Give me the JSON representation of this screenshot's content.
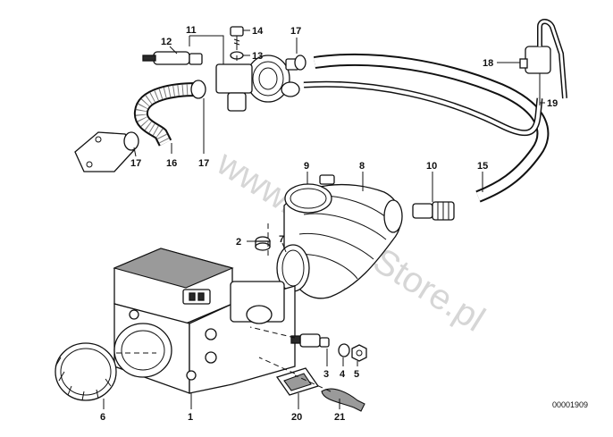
{
  "diagram": {
    "watermark": "www.BMW-Store.pl",
    "reference_number": "00001909",
    "callouts": [
      {
        "id": "c1",
        "label": "1"
      },
      {
        "id": "c2",
        "label": "2"
      },
      {
        "id": "c3",
        "label": "3"
      },
      {
        "id": "c4",
        "label": "4"
      },
      {
        "id": "c5",
        "label": "5"
      },
      {
        "id": "c6",
        "label": "6"
      },
      {
        "id": "c7",
        "label": "7"
      },
      {
        "id": "c8",
        "label": "8"
      },
      {
        "id": "c9",
        "label": "9"
      },
      {
        "id": "c10",
        "label": "10"
      },
      {
        "id": "c11",
        "label": "11"
      },
      {
        "id": "c12",
        "label": "12"
      },
      {
        "id": "c13",
        "label": "13"
      },
      {
        "id": "c14",
        "label": "14"
      },
      {
        "id": "c15",
        "label": "15"
      },
      {
        "id": "c16",
        "label": "16"
      },
      {
        "id": "c17a",
        "label": "17"
      },
      {
        "id": "c17b",
        "label": "17"
      },
      {
        "id": "c17c",
        "label": "17"
      },
      {
        "id": "c18",
        "label": "18"
      },
      {
        "id": "c19",
        "label": "19"
      },
      {
        "id": "c20",
        "label": "20"
      },
      {
        "id": "c21",
        "label": "21"
      }
    ]
  }
}
